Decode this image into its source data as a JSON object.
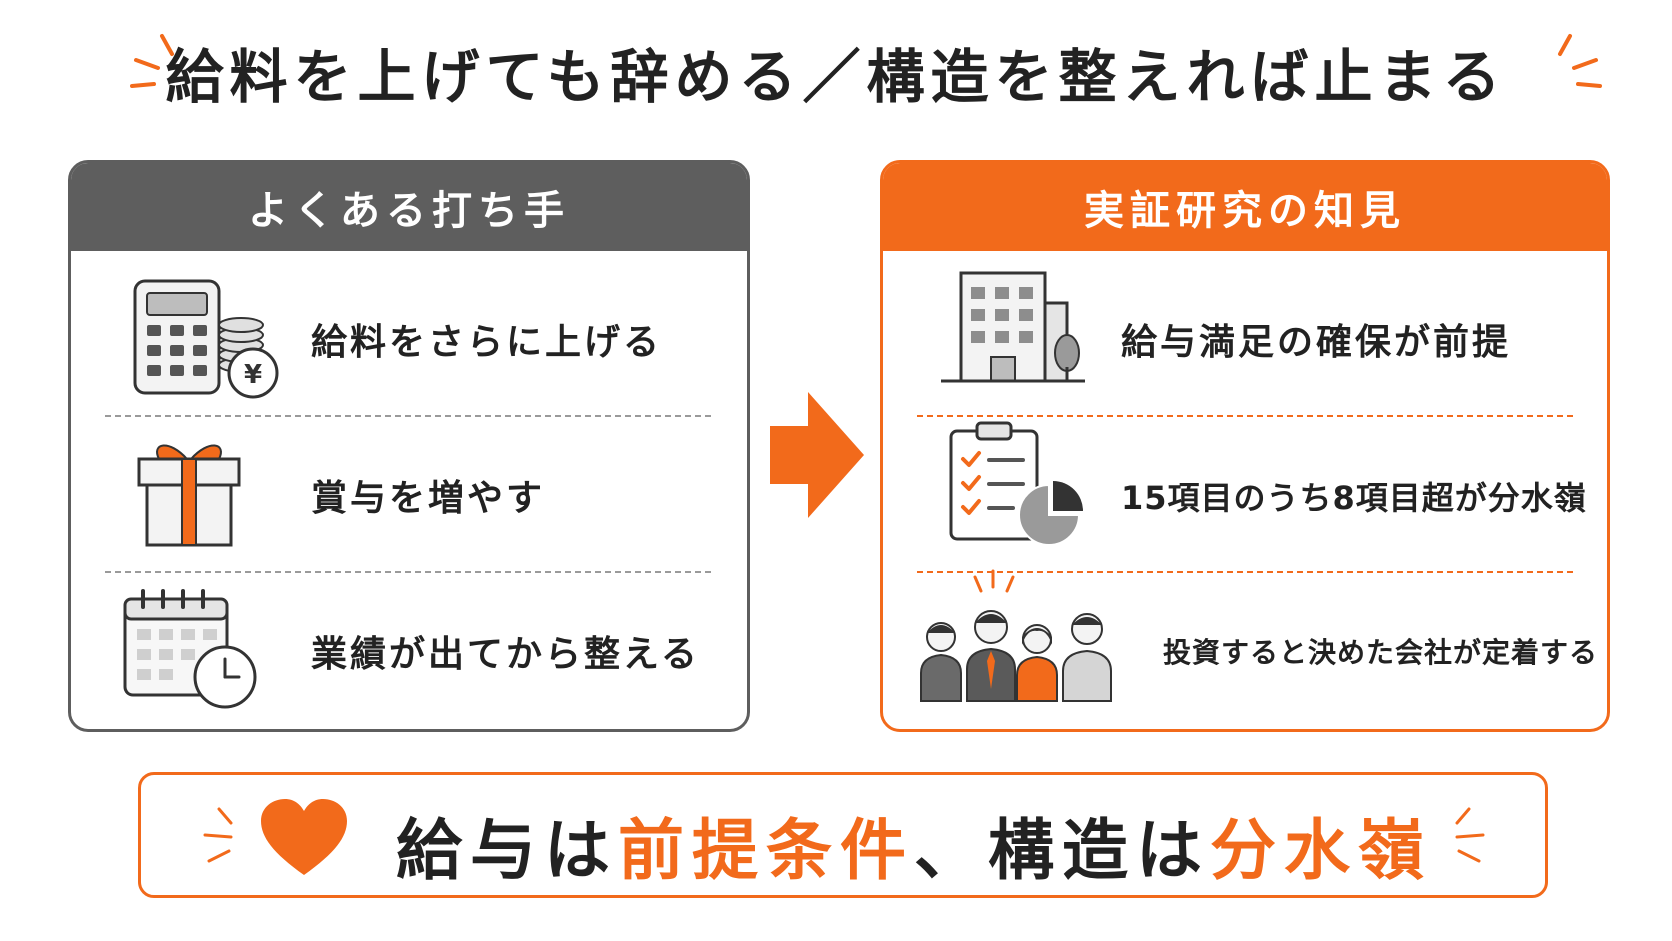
{
  "title": "給料を上げても辞める／構造を整えれば止まる",
  "colors": {
    "accent": "#f26a1b",
    "gray": "#5e5e5e",
    "text": "#222222"
  },
  "left_panel": {
    "header": "よくある打ち手",
    "items": [
      {
        "icon": "calculator-coins-icon",
        "text": "給料をさらに上げる"
      },
      {
        "icon": "gift-box-icon",
        "text": "賞与を増やす"
      },
      {
        "icon": "calendar-clock-icon",
        "text": "業績が出てから整える"
      }
    ]
  },
  "right_panel": {
    "header": "実証研究の知見",
    "items": [
      {
        "icon": "office-building-icon",
        "text": "給与満足の確保が前提"
      },
      {
        "icon": "checklist-chart-icon",
        "text": "15項目のうち8項目超が分水嶺"
      },
      {
        "icon": "team-people-icon",
        "text": "投資すると決めた会社が定着する"
      }
    ]
  },
  "arrow_icon": "right-arrow-icon",
  "summary": {
    "icon": "heart-icon",
    "part1": "給与は",
    "part2": "前提条件",
    "part3": "、構造は",
    "part4": "分水嶺"
  }
}
